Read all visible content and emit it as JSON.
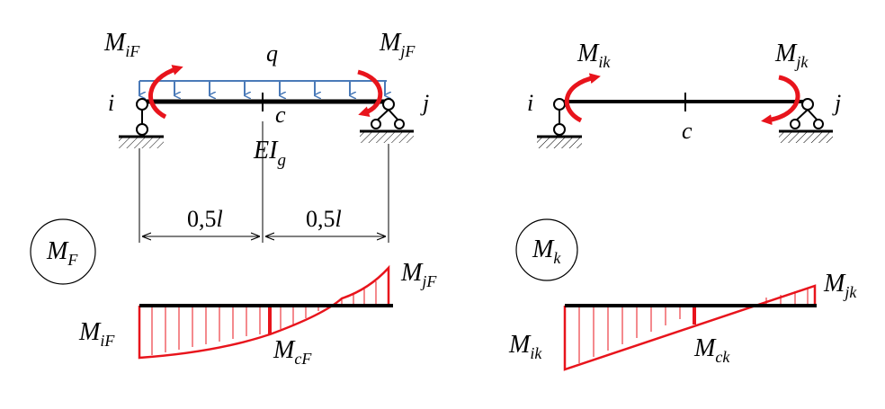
{
  "colors": {
    "load": "#4a7ab8",
    "moment": "#e8141c",
    "beam": "#000000",
    "diagram": "#e8141c"
  },
  "left_scheme": {
    "node_i": "i",
    "node_j": "j",
    "center": "c",
    "load": "q",
    "stiffness": {
      "main": "EI",
      "sub": "g"
    },
    "moment_i": {
      "main": "M",
      "sub": "iF"
    },
    "moment_j": {
      "main": "M",
      "sub": "jF"
    },
    "dim_left": {
      "num": "0,5",
      "var": "l"
    },
    "dim_right": {
      "num": "0,5",
      "var": "l"
    }
  },
  "right_scheme": {
    "node_i": "i",
    "node_j": "j",
    "center": "c",
    "moment_i": {
      "main": "M",
      "sub": "ik"
    },
    "moment_j": {
      "main": "M",
      "sub": "jk"
    }
  },
  "diagram_F": {
    "badge": {
      "main": "M",
      "sub": "F"
    },
    "left": {
      "main": "M",
      "sub": "iF"
    },
    "mid": {
      "main": "M",
      "sub": "cF"
    },
    "right": {
      "main": "M",
      "sub": "jF"
    }
  },
  "diagram_k": {
    "badge": {
      "main": "M",
      "sub": "k"
    },
    "left": {
      "main": "M",
      "sub": "ik"
    },
    "mid": {
      "main": "M",
      "sub": "ck"
    },
    "right": {
      "main": "M",
      "sub": "jk"
    }
  }
}
